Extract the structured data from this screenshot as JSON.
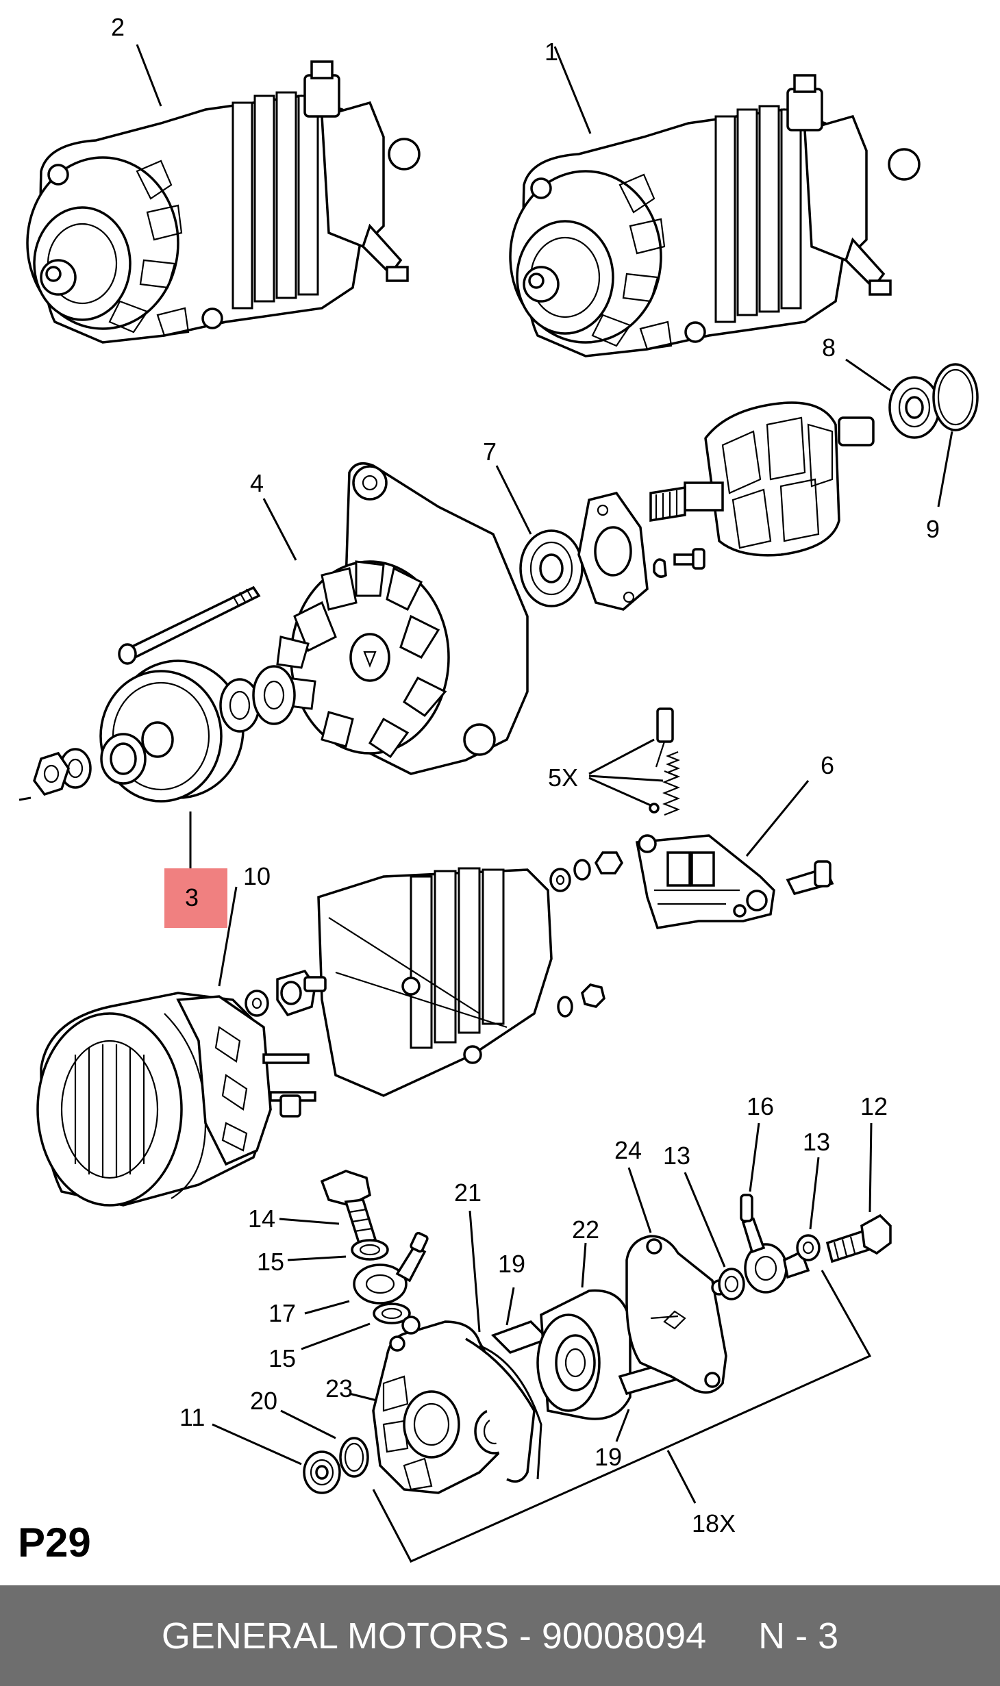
{
  "page_label": "P29",
  "footer": {
    "brand_part": "GENERAL MOTORS - 90008094",
    "page_ref": "N - 3"
  },
  "highlight": {
    "callout": "3",
    "color": "#f08080"
  },
  "callouts": {
    "c1": "1",
    "c2": "2",
    "c3": "3",
    "c4": "4",
    "c5x": "5X",
    "c6": "6",
    "c7": "7",
    "c8": "8",
    "c9": "9",
    "c10": "10",
    "c11": "11",
    "c12": "12",
    "c13a": "13",
    "c13b": "13",
    "c14": "14",
    "c15a": "15",
    "c15b": "15",
    "c16": "16",
    "c17": "17",
    "c18x": "18X",
    "c19a": "19",
    "c19b": "19",
    "c20": "20",
    "c21": "21",
    "c22": "22",
    "c23": "23",
    "c24": "24"
  }
}
